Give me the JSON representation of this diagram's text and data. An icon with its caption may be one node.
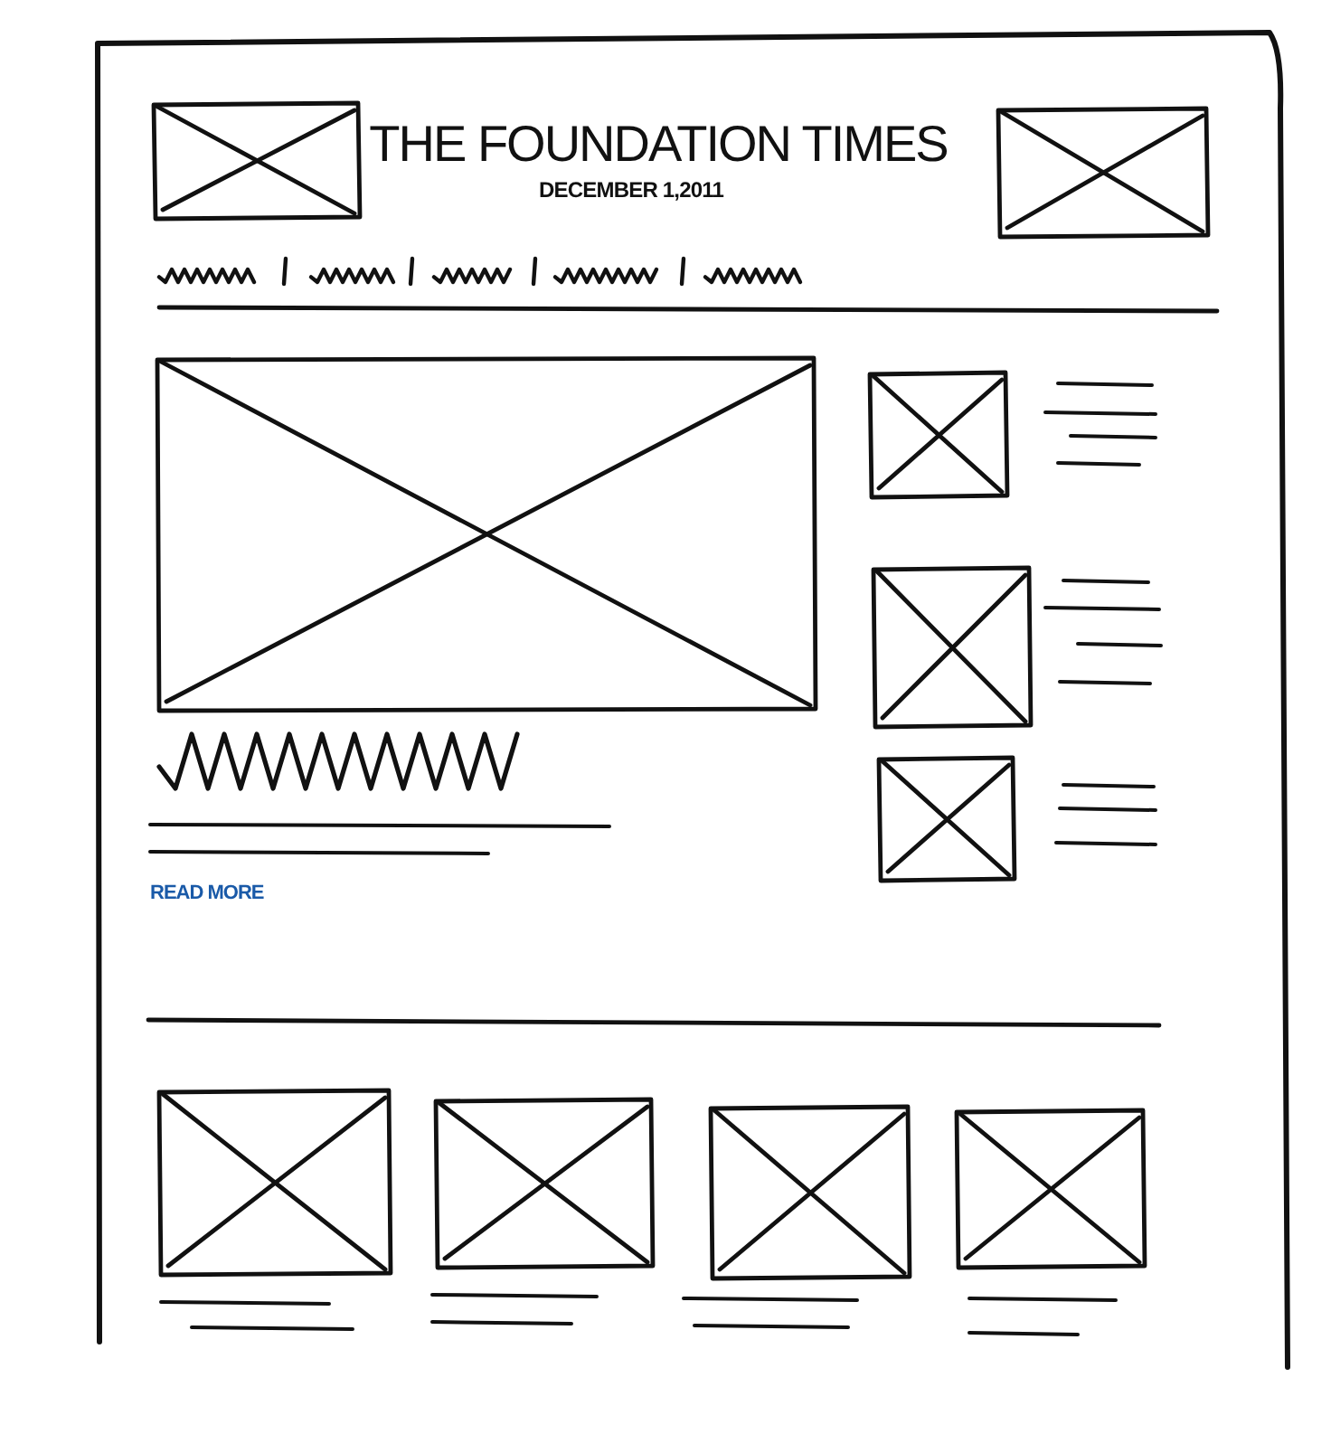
{
  "diagram": {
    "title": "THE FOUNDATION TIMES",
    "labels": [
      "DECEMBER 1,2011",
      "READ MORE"
    ]
  }
}
